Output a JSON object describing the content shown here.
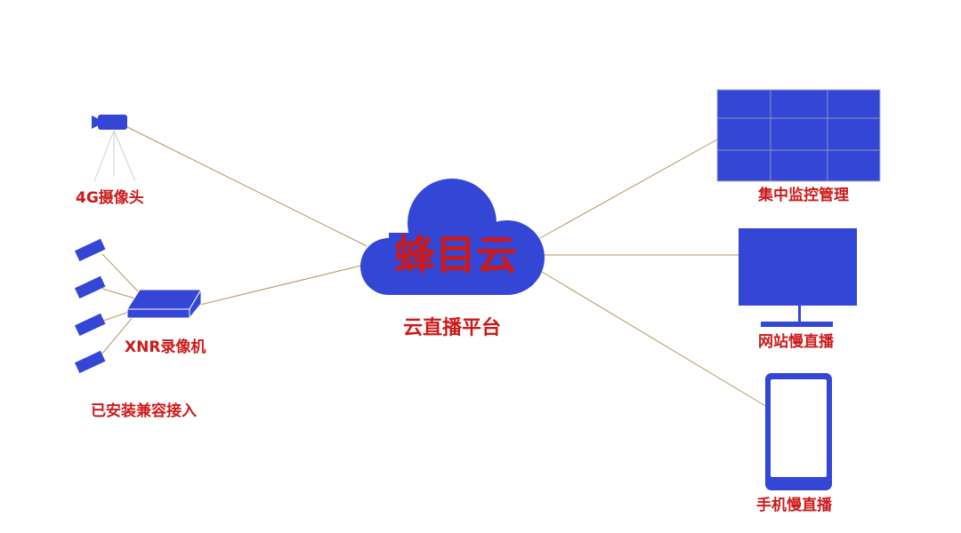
{
  "diagram": {
    "center": {
      "name": "蜂目云",
      "caption": "云直播平台"
    },
    "sources": [
      {
        "label": "4G摄像头",
        "icon": "camera-icon"
      },
      {
        "label": "XNR录像机",
        "icon": "recorder-icon"
      },
      {
        "label": "已安装兼容接入",
        "icon": "camera-icon"
      }
    ],
    "outputs": [
      {
        "label": "集中监控管理",
        "icon": "video-wall-icon"
      },
      {
        "label": "网站慢直播",
        "icon": "monitor-icon"
      },
      {
        "label": "手机慢直播",
        "icon": "phone-icon"
      }
    ]
  },
  "colors": {
    "primary": "#3446d6",
    "label": "#cc1a1a",
    "link": "#b8955e"
  }
}
